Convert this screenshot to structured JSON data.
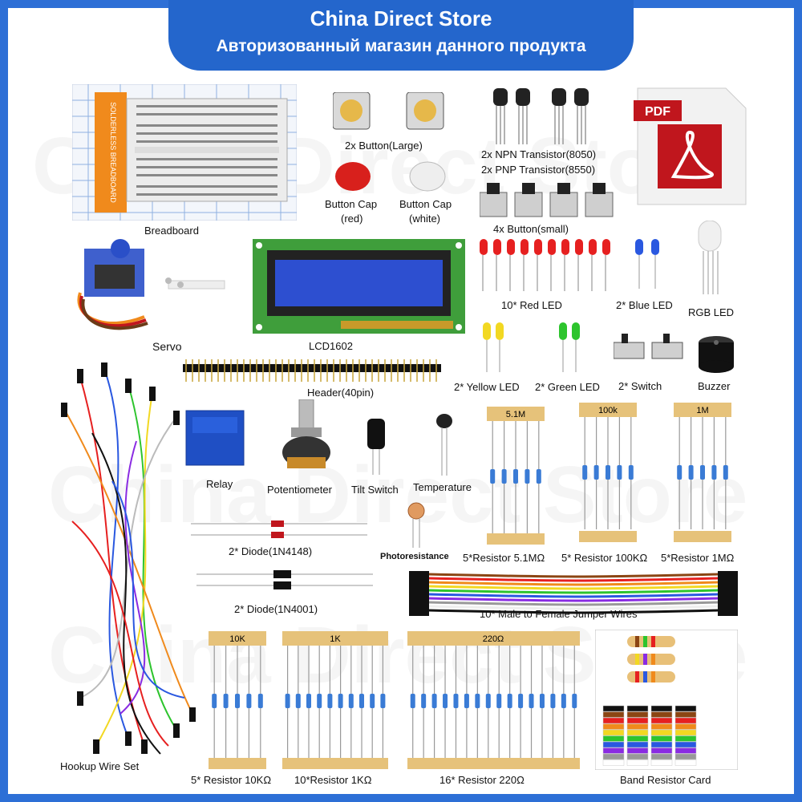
{
  "header": {
    "title": "China Direct Store",
    "subtitle": "Авторизованный магазин данного продукта"
  },
  "colors": {
    "frame": "#2d6fd6",
    "banner": "#2466cc"
  },
  "watermark": "China Direct Store",
  "labels": {
    "breadboard": "Breadboard",
    "button_large": "2x Button(Large)",
    "cap_red": "Button Cap\n(red)",
    "cap_red_1": "Button Cap",
    "cap_red_2": "(red)",
    "cap_white_1": "Button Cap",
    "cap_white_2": "(white)",
    "npn": "2x NPN Transistor(8050)",
    "pnp": "2x PNP Transistor(8550)",
    "button_small": "4x Button(small)",
    "servo": "Servo",
    "lcd": "LCD1602",
    "red_led": "10* Red LED",
    "blue_led": "2* Blue LED",
    "rgb_led": "RGB LED",
    "header": "Header(40pin)",
    "yellow_led": "2* Yellow LED",
    "green_led": "2* Green LED",
    "switch": "2* Switch",
    "buzzer": "Buzzer",
    "relay": "Relay",
    "potentiometer": "Potentiometer",
    "tilt": "Tilt Switch",
    "temperature": "Temperature",
    "photo": "Photoresistance",
    "res_51m": "5*Resistor 5.1MΩ",
    "res_100k": "5* Resistor 100KΩ",
    "res_1m": "5*Resistor 1MΩ",
    "diode_4148": "2* Diode(1N4148)",
    "diode_4001": "2* Diode(1N4001)",
    "jumper": "10* Male to Female Jumper Wires",
    "hookup": "Hookup Wire Set",
    "res_10k": "5* Resistor 10KΩ",
    "res_1k": "10*Resistor 1KΩ",
    "res_220": "16* Resistor 220Ω",
    "band_card": "Band Resistor Card"
  },
  "tape_labels": {
    "r51m": "5.1M",
    "r100k": "100k",
    "r1m": "1M",
    "r10k": "10K",
    "r1k": "1K",
    "r220": "220Ω"
  },
  "pdf_icon_text": "PDF",
  "breadboard_text": "SOLDERLESS BREADBOARD"
}
